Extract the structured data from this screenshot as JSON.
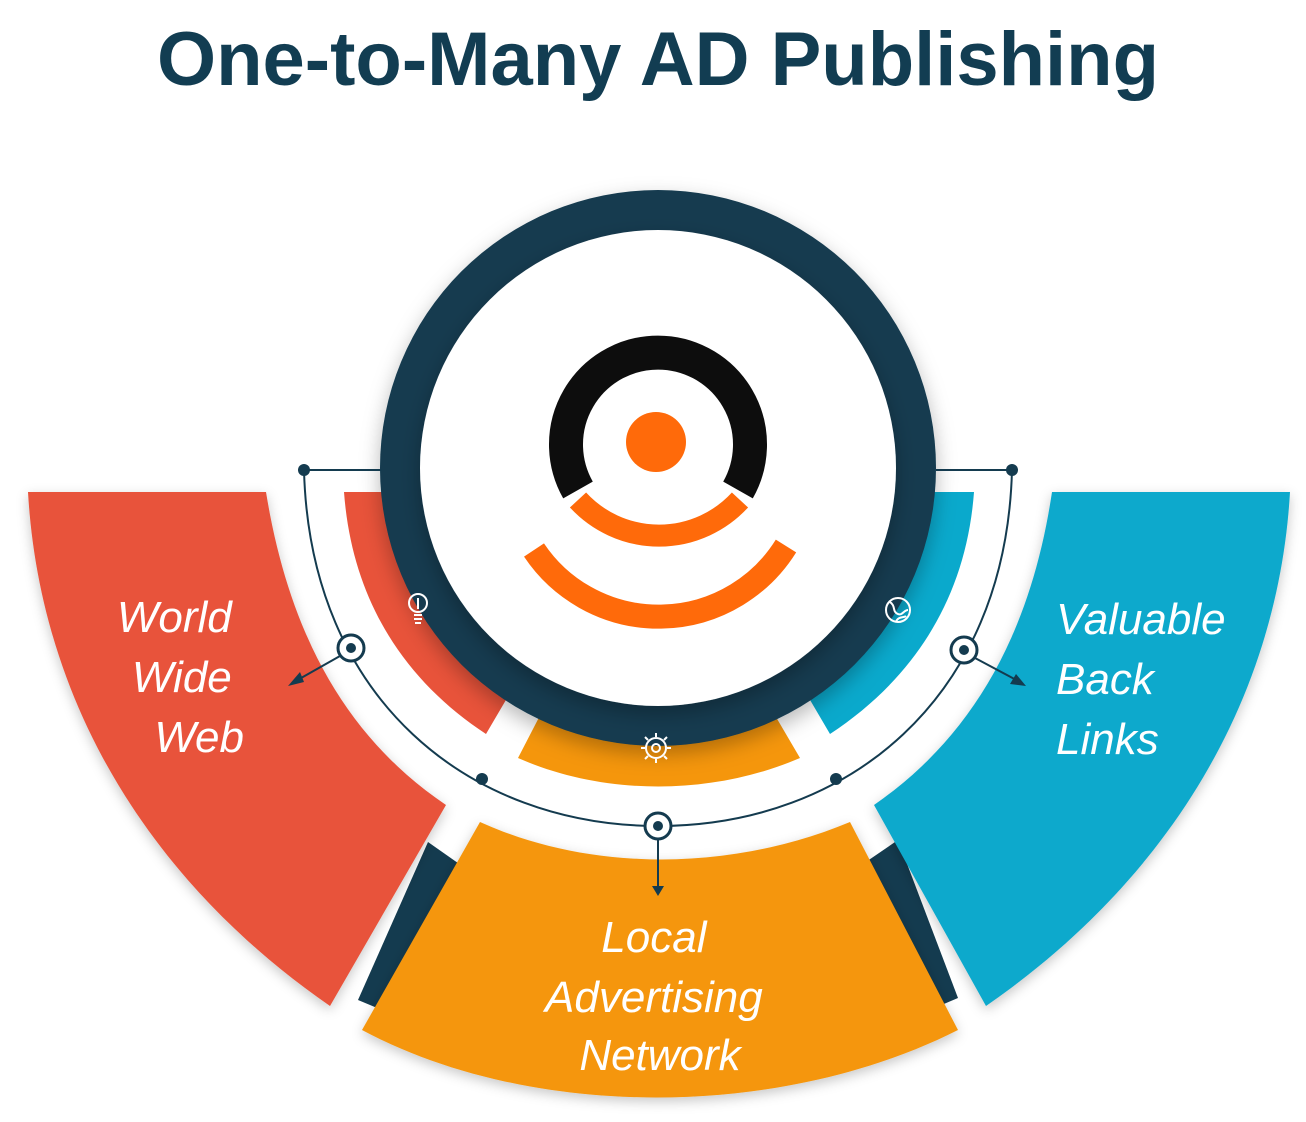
{
  "title": "One-to-Many AD Publishing",
  "segments": {
    "left": {
      "lines": [
        "World",
        "Wide",
        "Web"
      ],
      "icon": "lightbulb-icon",
      "color": "#e8533a"
    },
    "bottom": {
      "lines": [
        "Local",
        "Advertising",
        "Network"
      ],
      "icon": "gear-icon",
      "color": "#f5960c"
    },
    "right": {
      "lines": [
        "Valuable",
        "Back",
        "Links"
      ],
      "icon": "globe-icon",
      "color": "#0aa9cc"
    }
  },
  "center_logo": {
    "icon": "broadcast-logo-icon",
    "ring_color": "#0d0d0d",
    "accent_color": "#ff6a0a"
  },
  "colors": {
    "navy": "#143b4f",
    "title": "#123d52"
  }
}
